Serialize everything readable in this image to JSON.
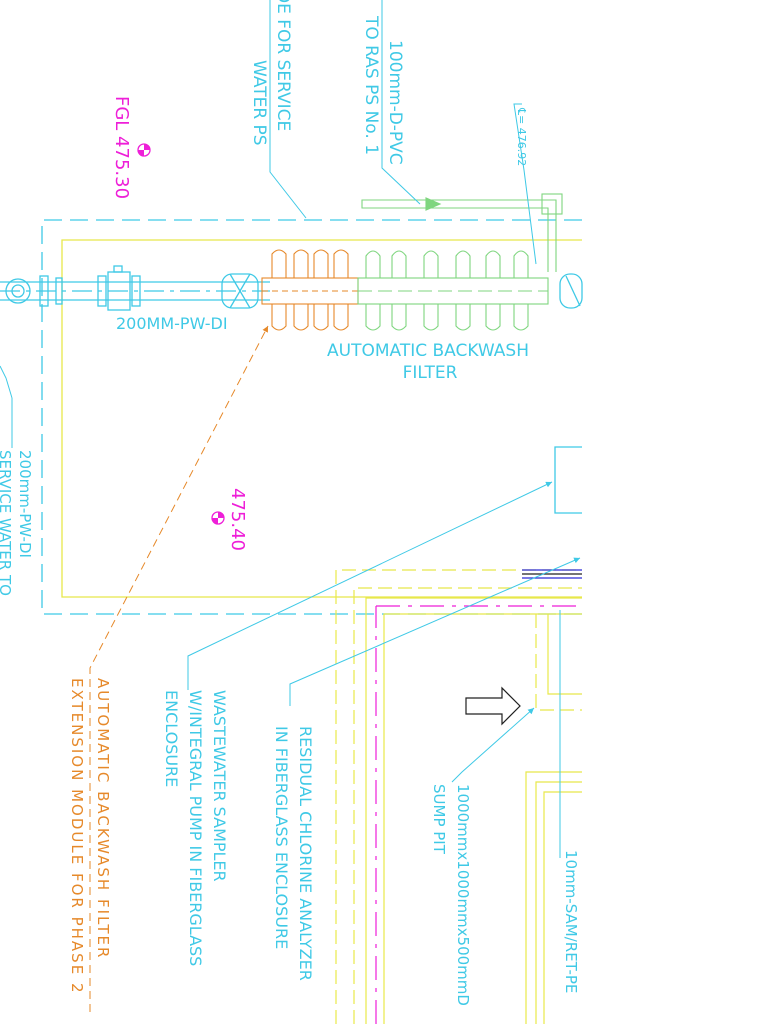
{
  "labels": {
    "upper_left_cut": "DE FOR SERVICE",
    "water_ps": "WATER PS",
    "pvc_line": "100mm-D-PVC",
    "to_ras": "TO RAS PS No. 1",
    "cl_elev": "℄= 476.92",
    "fgl": "FGL 475.30",
    "pw_di": "200MM-PW-DI",
    "abw_filter_1": "AUTOMATIC BACKWASH",
    "abw_filter_2": "FILTER",
    "elev_475_40": "475.40",
    "service_pw": "200mm-PW-DI",
    "service_to": "SERVICE WATER TO",
    "ext_module_1": "AUTOMATIC BACKWASH FILTER",
    "ext_module_2": "EXTENSION MODULE FOR PHASE 2",
    "sampler_1": "WASTEWATER SAMPLER",
    "sampler_2": "W/INTEGRAL PUMP IN FIBERGLASS",
    "sampler_3": "ENCLOSURE",
    "chlorine_1": "RESIDUAL CHLORINE ANALYZER",
    "chlorine_2": "IN FIBERGLASS ENCLOSURE",
    "sump_1": "1000mmx1000mmx500mmD",
    "sump_2": "SUMP PIT",
    "sam_line": "10mm-SAM/RET-PE"
  },
  "colors": {
    "cyan": "#3fc9e6",
    "yellow": "#e8e84a",
    "magenta": "#ee1fd8",
    "orange": "#e6892a",
    "green": "#7fd67f",
    "blue": "#2b2bd6",
    "dark": "#202020"
  }
}
